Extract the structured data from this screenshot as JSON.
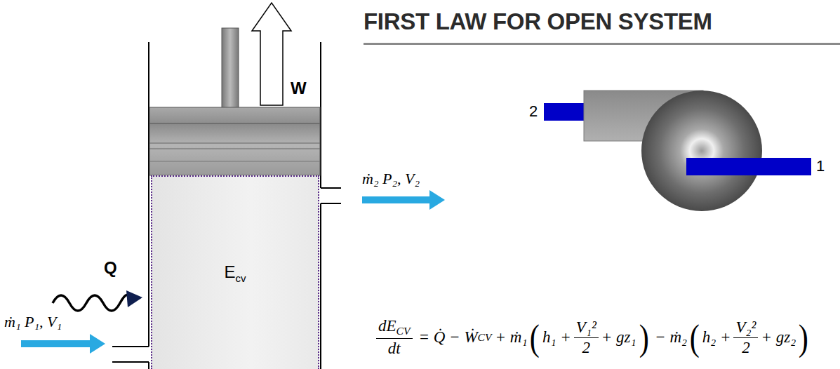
{
  "diagram": {
    "title": "FIRST LAW FOR OPEN SYSTEM",
    "nodes": [
      {
        "text": [
          "E",
          "cv"
        ]
      }
    ],
    "labels": [
      "W",
      "Q",
      "ṁ₁ P₁, V₁",
      "ṁ₂ P₂, V₂",
      "2",
      "1",
      "dE",
      "CV",
      "dt",
      "= Q̇ − Ẇ",
      "CV",
      "+ ṁ₁",
      "(",
      "h₁ +",
      "V₁²",
      "2",
      "+ gz₁",
      ")",
      "− ṁ₂",
      "(",
      "h₂ +",
      "V₂²",
      "2",
      "+ gz₂",
      ")"
    ]
  }
}
